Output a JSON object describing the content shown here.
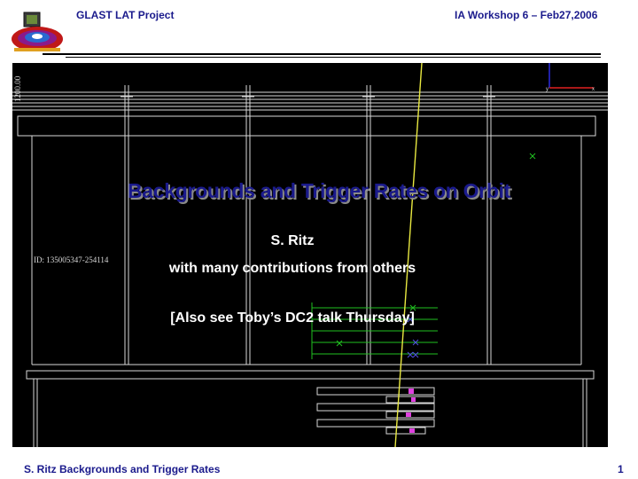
{
  "header": {
    "project": "GLAST LAT Project",
    "workshop": "IA Workshop 6 –  Feb27,2006"
  },
  "slide": {
    "title": "Backgrounds and Trigger Rates on Orbit",
    "author": "S. Ritz",
    "contributions": "with many contributions from others",
    "note": "[Also see Toby’s DC2 talk Thursday]"
  },
  "event_display": {
    "event_id": "ID: 135005347-254114",
    "scale_label": "1200.00",
    "axis_y": "y",
    "axis_x": "x"
  },
  "footer": {
    "text": "S. Ritz   Backgrounds and Trigger Rates",
    "page": "1"
  },
  "colors": {
    "header_text": "#1a1a8c",
    "panel_bg": "#000000",
    "track": "#e8e840",
    "hits": "#20c020",
    "calorimeter": "#e040e0"
  }
}
